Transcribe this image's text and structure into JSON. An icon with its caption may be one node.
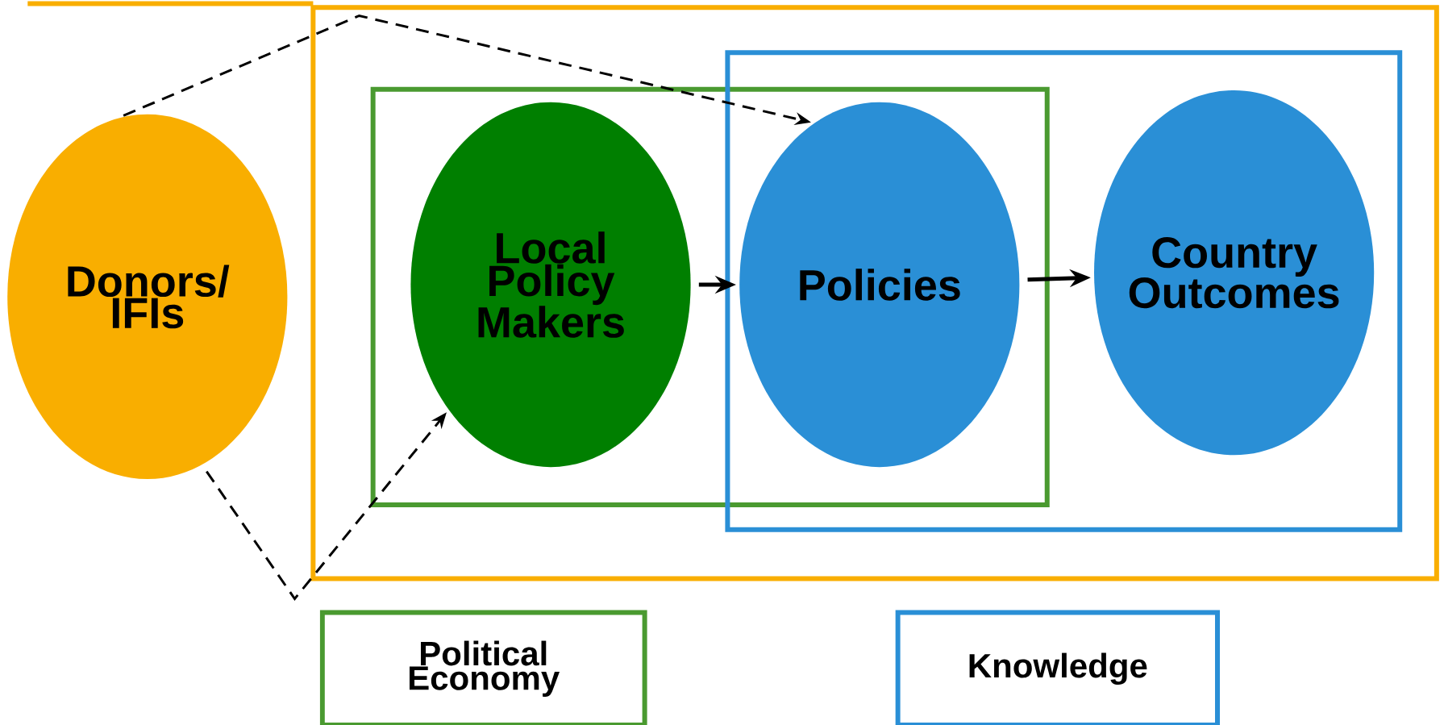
{
  "diagram": {
    "nodes": [
      {
        "text": [
          "Donors/ IFIs"
        ]
      },
      {
        "text": [],
        "shape": "box"
      },
      {
        "text": [],
        "shape": "box",
        "in": 1
      },
      {
        "text": [
          "Local Policy Makers"
        ],
        "in": 2
      },
      {
        "text": [],
        "shape": "box",
        "in": 1
      },
      {
        "text": [
          "Policies"
        ]
      },
      {
        "text": [
          "Country Outcomes"
        ],
        "in": 4
      },
      {
        "text": [
          "Political Economy"
        ]
      },
      {
        "text": [
          "Knowledge"
        ]
      }
    ],
    "edges": [
      {
        "from": 0,
        "to": 5,
        "arrow": "to",
        "style": "dashed"
      },
      {
        "from": 0,
        "to": 3,
        "arrow": "to",
        "style": "dashed"
      },
      {
        "from": 3,
        "to": 5,
        "arrow": "to"
      },
      {
        "from": 5,
        "to": 6,
        "arrow": "to"
      }
    ]
  }
}
